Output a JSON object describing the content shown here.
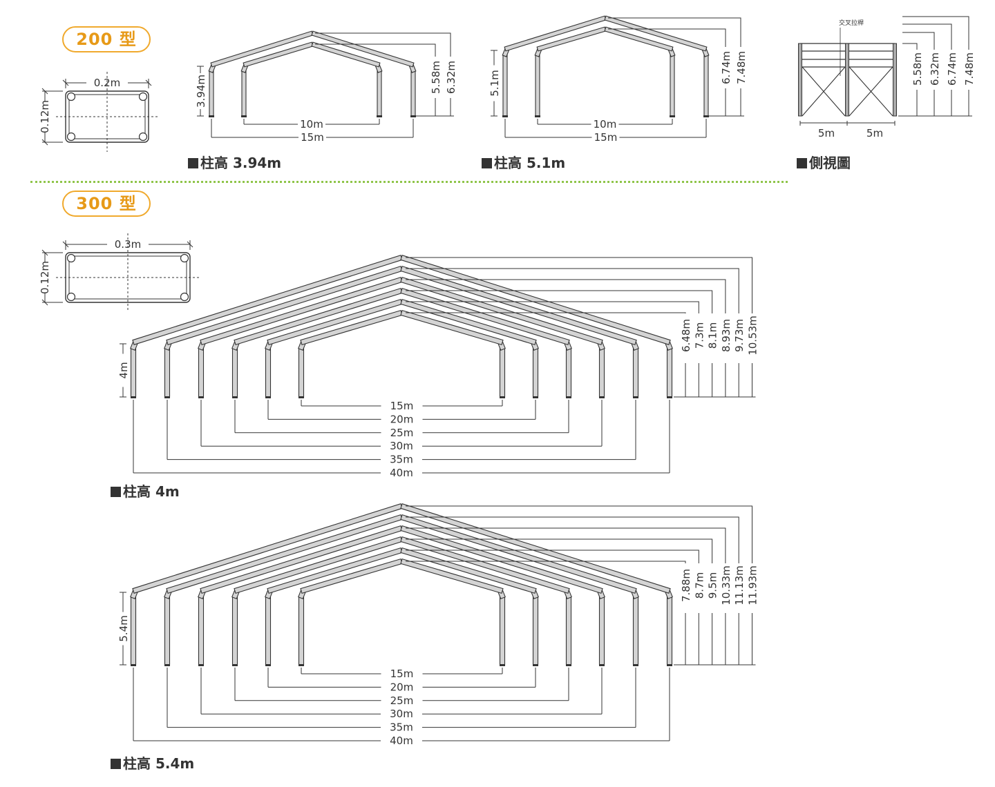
{
  "series200": {
    "label": "200 型",
    "profile": {
      "width": "0.2m",
      "height": "0.12m"
    },
    "frame_a": {
      "caption": "柱高 3.94m",
      "column_height": "3.94m",
      "spans": [
        "10m",
        "15m"
      ],
      "ridge_heights": [
        "5.58m",
        "6.32m"
      ]
    },
    "frame_b": {
      "caption": "柱高 5.1m",
      "column_height": "5.1m",
      "spans": [
        "10m",
        "15m"
      ],
      "ridge_heights": [
        "6.74m",
        "7.48m"
      ]
    },
    "side_view": {
      "caption": "側視圖",
      "brace_label": "交叉拉桿",
      "bays": [
        "5m",
        "5m"
      ],
      "heights": [
        "5.58m",
        "6.32m",
        "6.74m",
        "7.48m"
      ]
    }
  },
  "series300": {
    "label": "300 型",
    "profile": {
      "width": "0.3m",
      "height": "0.12m"
    },
    "frame_a": {
      "caption": "柱高 4m",
      "column_height": "4m",
      "spans": [
        "15m",
        "20m",
        "25m",
        "30m",
        "35m",
        "40m"
      ],
      "ridge_heights": [
        "6.48m",
        "7.3m",
        "8.1m",
        "8.93m",
        "9.73m",
        "10.53m"
      ]
    },
    "frame_b": {
      "caption": "柱高 5.4m",
      "column_height": "5.4m",
      "spans": [
        "15m",
        "20m",
        "25m",
        "30m",
        "35m",
        "40m"
      ],
      "ridge_heights": [
        "7.88m",
        "8.7m",
        "9.5m",
        "10.33m",
        "11.13m",
        "11.93m"
      ]
    }
  },
  "colors": {
    "accent": "#f0a92c",
    "divider": "#8fc54a",
    "line": "#333333"
  }
}
